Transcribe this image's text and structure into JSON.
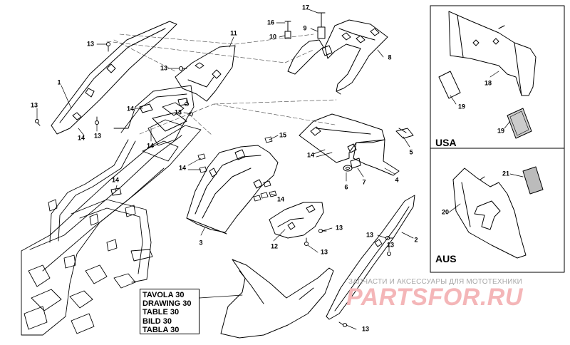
{
  "part_numbers": {
    "p1": "1",
    "p2": "2",
    "p3": "3",
    "p4": "4",
    "p5": "5",
    "p6": "6",
    "p7": "7",
    "p8": "8",
    "p9": "9",
    "p10": "10",
    "p11": "11",
    "p12": "12",
    "p13": "13",
    "p14": "14",
    "p15": "15",
    "p16": "16",
    "p17": "17",
    "p18": "18",
    "p19": "19",
    "p20": "20",
    "p21": "21"
  },
  "regions": {
    "usa": "USA",
    "aus": "AUS"
  },
  "table_label": [
    "TAVOLA 30",
    "DRAWING 30",
    "TABLE 30",
    "BILD 30",
    "TABLA 30"
  ],
  "watermark": {
    "caption": "ЗАПЧАСТИ И АКСЕССУАРЫ ДЛЯ МОТОТЕХНИКИ",
    "logo": "PARTSFOR.RU"
  }
}
